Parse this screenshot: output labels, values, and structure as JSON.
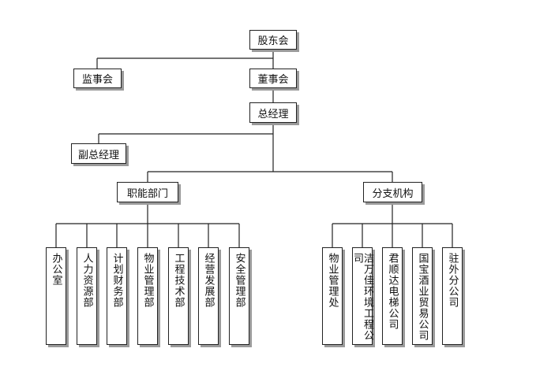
{
  "nodes": {
    "shareholders": "股东会",
    "supervisors": "监事会",
    "board": "董事会",
    "gm": "总经理",
    "deputy_gm": "副总经理",
    "functional": "职能部门",
    "branches": "分支机构"
  },
  "departments": [
    "办公室",
    "人力资源部",
    "计划财务部",
    "物业管理部",
    "工程技术部",
    "经营发展部",
    "安全管理部"
  ],
  "branch_units": [
    "物业管理处",
    "洁万佳环境工程公司",
    "君顺达电梯公司",
    "国宝酒业贸易公司",
    "驻外分公司"
  ]
}
